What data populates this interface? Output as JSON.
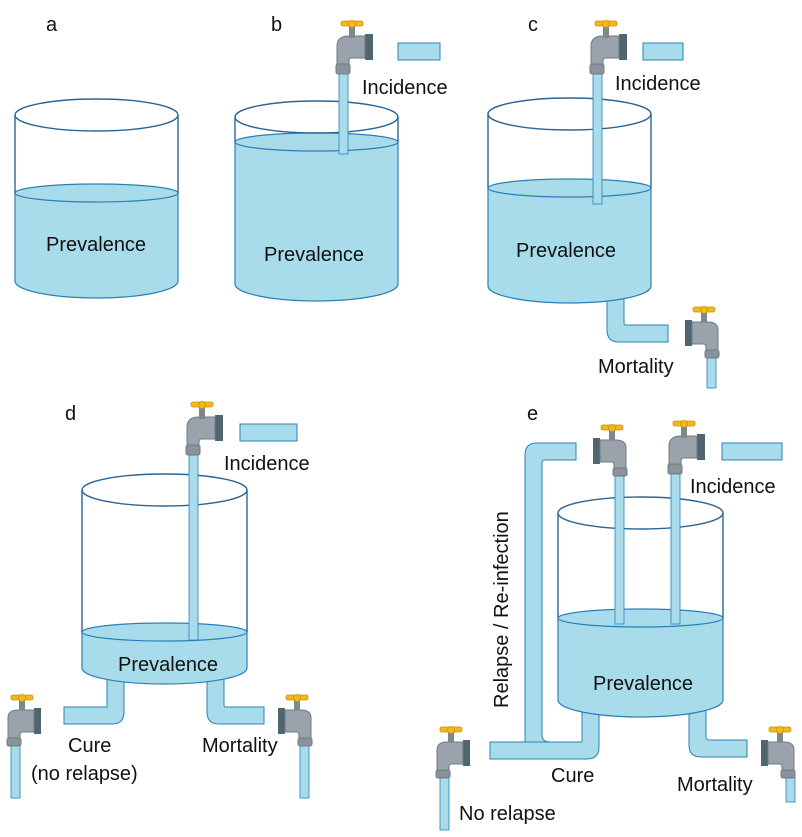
{
  "panels": {
    "a": {
      "letter": "a",
      "tank_label": "Prevalence"
    },
    "b": {
      "letter": "b",
      "tank_label": "Prevalence",
      "inflow_label": "Incidence"
    },
    "c": {
      "letter": "c",
      "tank_label": "Prevalence",
      "inflow_label": "Incidence",
      "outflow_label": "Mortality"
    },
    "d": {
      "letter": "d",
      "tank_label": "Prevalence",
      "inflow_label": "Incidence",
      "cure_label_line1": "Cure",
      "cure_label_line2": "(no relapse)",
      "outflow_label": "Mortality"
    },
    "e": {
      "letter": "e",
      "tank_label": "Prevalence",
      "inflow_label": "Incidence",
      "relapse_label": "Relapse / Re-infection",
      "cure_label": "Cure",
      "no_relapse_label": "No relapse",
      "outflow_label": "Mortality"
    }
  },
  "colors": {
    "water": "#a8dcea",
    "water_stroke": "#2b7fb8",
    "tank_outline": "#2a6596",
    "tap_body": "#9aa3ab",
    "tap_dark": "#4f6570",
    "tap_handle": "#f3b81c"
  }
}
